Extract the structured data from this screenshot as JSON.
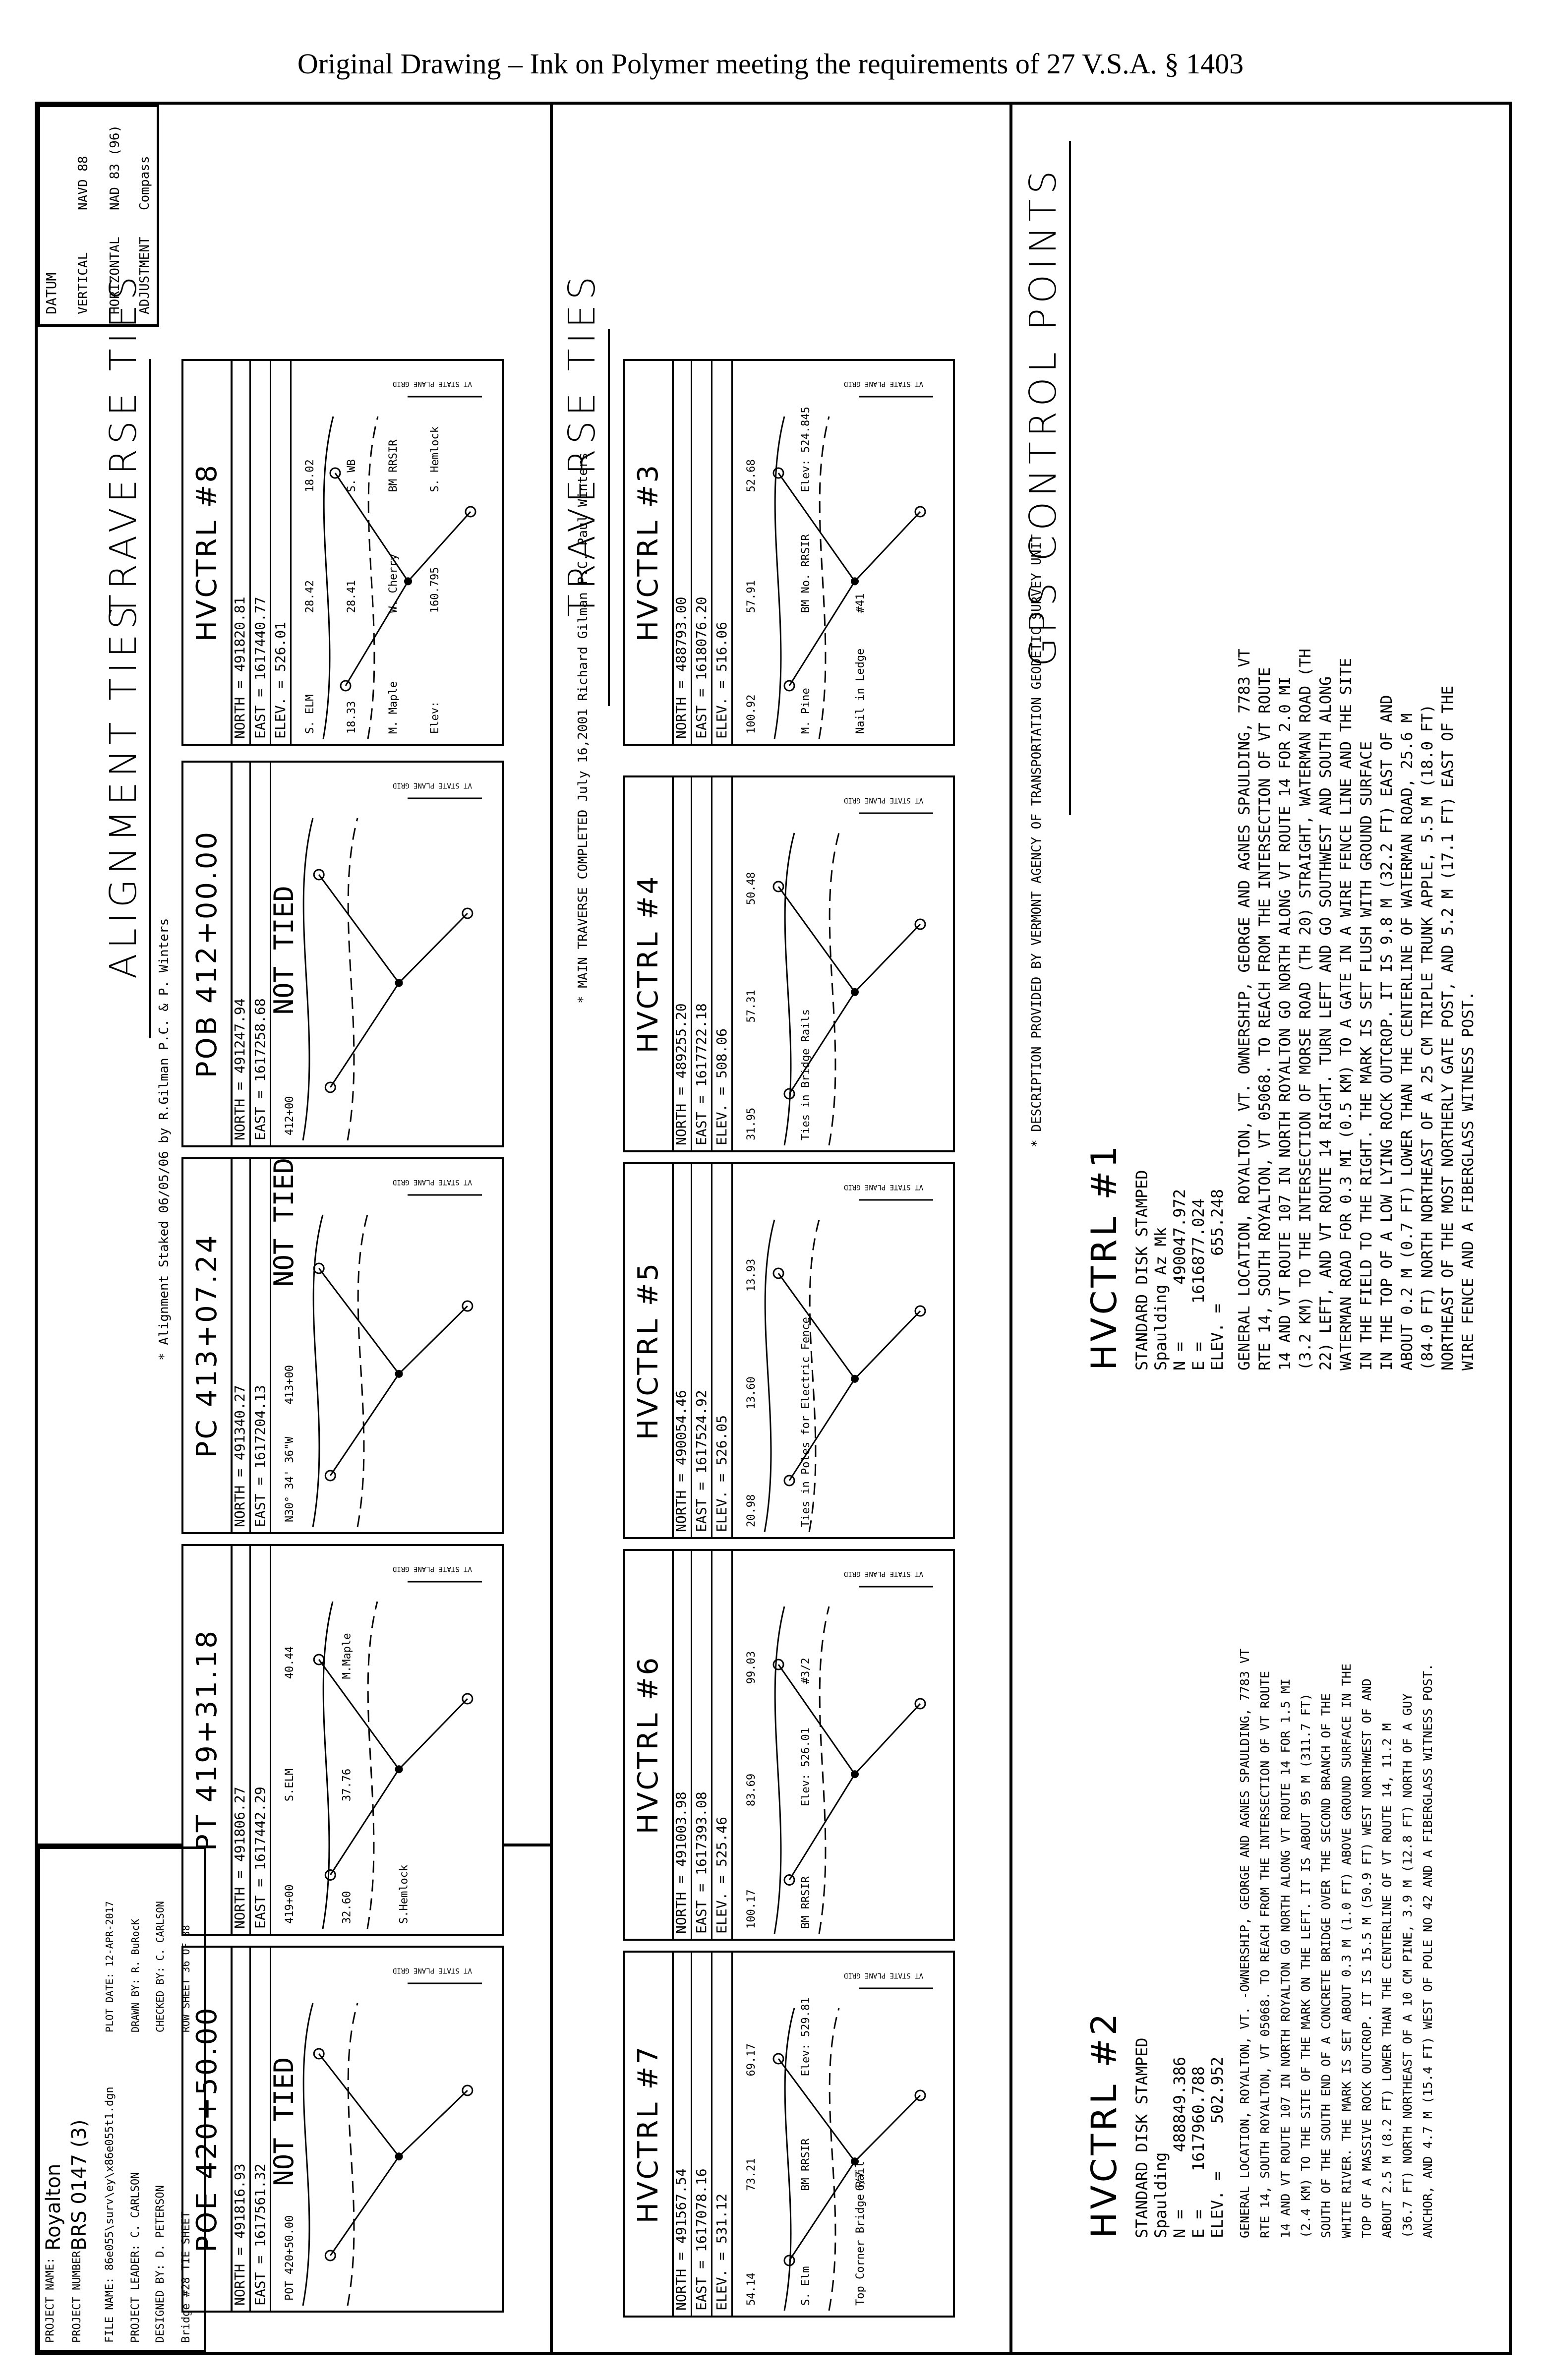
{
  "header": "Original Drawing – Ink on Polymer meeting the requirements of 27 V.S.A. § 1403",
  "datum": {
    "title": "DATUM",
    "rows": [
      {
        "label": "VERTICAL",
        "value": "NAVD 88"
      },
      {
        "label": "HORIZONTAL",
        "value": "NAD 83 (96)"
      },
      {
        "label": "ADJUSTMENT",
        "value": "Compass"
      }
    ]
  },
  "sections": {
    "traverse_ties_1": "TRAVERSE TIES",
    "traverse_ties_2": "TRAVERSE TIES",
    "gps_control_points": "GPS CONTROL POINTS",
    "alignment_ties": "ALIGNMENT TIES"
  },
  "notes": {
    "main_traverse": "* MAIN TRAVERSE COMPLETED July 16,2001  Richard Gilman P.C. Paul Winters",
    "alignment_staked": "* Alignment Staked 06/05/06 by R.Gilman P.C. & P. Winters",
    "description": "* DESCRIPTION PROVIDED BY VERMONT AGENCY OF TRANSPORTATION GEODETIC SURVEY UNIT"
  },
  "grid_label": "VT STATE PLANE GRID",
  "gps": [
    {
      "title": "HVCTRL #1",
      "fields": "STANDARD DISK STAMPED\nSpaulding Az Mk\nN =      490047.972\nE =    1616877.024\nELEV. =     655.248",
      "description": "GENERAL LOCATION, ROYALTON, VT. OWNERSHIP, GEORGE AND AGNES SPAULDING, 7783 VT\nRTE 14, SOUTH ROYALTON, VT 05068. TO REACH FROM THE INTERSECTION OF VT ROUTE\n14 AND VT ROUTE 107 IN NORTH ROYALTON GO NORTH ALONG VT ROUTE 14 FOR 2.0 MI\n(3.2 KM) TO THE INTERSECTION OF MORSE ROAD (TH 20) STRAIGHT, WATERMAN ROAD (TH\n22) LEFT, AND VT ROUTE 14 RIGHT. TURN LEFT AND GO SOUTHWEST AND SOUTH ALONG\nWATERMAN ROAD FOR 0.3 MI (0.5 KM) TO A GATE IN A WIRE FENCE LINE AND THE SITE\nIN THE FIELD TO THE RIGHT. THE MARK IS SET FLUSH WITH GROUND SURFACE\nIN THE TOP OF A LOW LYING ROCK OUTCROP. IT IS 9.8 M (32.2 FT) EAST OF AND\nABOUT 0.2 M (0.7 FT) LOWER THAN THE CENTERLINE OF WATERMAN ROAD, 25.6 M\n(84.0 FT) NORTH NORTHEAST OF A 25 CM TRIPLE TRUNK APPLE, 5.5 M (18.0 FT)\nNORTHEAST OF THE MOST NORTHERLY GATE POST, AND 5.2 M (17.1 FT) EAST OF THE\nWIRE FENCE AND A FIBERGLASS WITNESS POST."
    },
    {
      "title": "HVCTRL #2",
      "fields": "STANDARD DISK STAMPED\nSpaulding\nN =      488849.386\nE =    1617960.788\nELEV. =     502.952",
      "description": "GENERAL LOCATION, ROYALTON, VT. -OWNERSHIP, GEORGE AND AGNES SPAULDING, 7783 VT\nRTE 14, SOUTH ROYALTON, VT 05068. TO REACH FROM THE INTERSECTION OF VT ROUTE\n14 AND VT ROUTE 107 IN NORTH ROYALTON GO NORTH ALONG VT ROUTE 14 FOR 1.5 MI\n(2.4 KM) TO THE SITE OF THE MARK ON THE LEFT. IT IS ABOUT 95 M (311.7 FT)\nSOUTH OF THE SOUTH END OF A CONCRETE BRIDGE OVER THE SECOND BRANCH OF THE\nWHITE RIVER. THE MARK IS SET ABOUT 0.3 M (1.0 FT) ABOVE GROUND SURFACE IN THE\nTOP OF A MASSIVE ROCK OUTCROP. IT IS 15.5 M (50.9 FT) WEST NORTHWEST OF AND\nABOUT 2.5 M (8.2 FT) LOWER THAN THE CENTERLINE OF VT ROUTE 14, 11.2 M\n(36.7 FT) NORTH NORTHEAST OF A 10 CM PINE, 3.9 M (12.8 FT) NORTH OF A GUY\nANCHOR, AND 4.7 M (15.4 FT) WEST OF POLE NO 42 AND A FIBERGLASS WITNESS POST."
    }
  ],
  "traverse_panels": [
    {
      "title": "HVCTRL #8",
      "north": "NORTH =  491820.81",
      "east": "EAST  = 1617440.77",
      "elev": "ELEV. =     526.01",
      "labels": [
        "S. ELM",
        "28.42",
        "18.02",
        "18.33",
        "28.41",
        "S. WB",
        "M. Maple",
        "W. Cherry",
        "BM RRSIR",
        "Elev:",
        "160.795",
        "S. Hemlock"
      ]
    },
    {
      "title": "HVCTRL #3",
      "north": "NORTH =  488793.00",
      "east": "EAST  = 1618076.20",
      "elev": "ELEV. =     516.06",
      "labels": [
        "100.92",
        "57.91",
        "52.68",
        "M. Pine",
        "BM No. RRSIR",
        "Elev: 524.845",
        "Nail in Ledge",
        "#41"
      ]
    },
    {
      "title": "HVCTRL #4",
      "north": "NORTH =  489255.20",
      "east": "EAST  = 1617722.18",
      "elev": "ELEV. =     508.06",
      "labels": [
        "31.95",
        "57.31",
        "50.48",
        "Ties in Bridge Rails"
      ]
    },
    {
      "title": "HVCTRL #5",
      "north": "NORTH =  490054.46",
      "east": "EAST  = 1617524.92",
      "elev": "ELEV. =     526.05",
      "labels": [
        "20.98",
        "13.60",
        "13.93",
        "Ties in Poles for Electric Fence"
      ]
    },
    {
      "title": "HVCTRL #6",
      "north": "NORTH =  491003.98",
      "east": "EAST  = 1617393.08",
      "elev": "ELEV. =     525.46",
      "labels": [
        "100.17",
        "83.69",
        "99.03",
        "BM RRSIR",
        "Elev: 526.01",
        "#3/2"
      ]
    },
    {
      "title": "HVCTRL #7",
      "north": "NORTH =  491567.54",
      "east": "EAST  = 1617078.16",
      "elev": "ELEV. =     531.12",
      "labels": [
        "54.14",
        "73.21",
        "69.17",
        "S. Elm",
        "BM RRSIR",
        "Elev: 529.81",
        "Top Corner Bridge Rail",
        "6/7"
      ]
    }
  ],
  "alignment_panels": [
    {
      "title": "POB 412+00.00",
      "north": "NORTH =  491247.94",
      "east": "EAST  = 1617258.68",
      "labels": [
        "412+00",
        "NOT TIED"
      ]
    },
    {
      "title": "PC 413+07.24",
      "north": "NORTH =  491340.27",
      "east": "EAST  = 1617204.13",
      "labels": [
        "N30° 34' 36\"W",
        "413+00",
        "NOT TIED"
      ]
    },
    {
      "title": "PT 419+31.18",
      "north": "NORTH =  491806.27",
      "east": "EAST  = 1617442.29",
      "labels": [
        "419+00",
        "S.ELM",
        "40.44",
        "32.60",
        "37.76",
        "M.Maple",
        "S.Hemlock"
      ]
    },
    {
      "title": "POE 420+50.00",
      "north": "NORTH =  491816.93",
      "east": "EAST  = 1617561.32",
      "labels": [
        "POT 420+50.00",
        "NOT TIED"
      ]
    }
  ],
  "title_block": {
    "project_name_label": "PROJECT NAME:",
    "project_name": "Royalton",
    "project_number_label": "PROJECT NUMBER:",
    "project_number": "BRS 0147 (3)",
    "file_name": "FILE NAME: 86e055\\surv\\ey\\x86e055t1.dgn",
    "project_leader": "PROJECT LEADER:   C. CARLSON",
    "designed_by": "DESIGNED BY:   D. PETERSON",
    "bridge": "Bridge #28          TIE SHEET",
    "plot_date": "PLOT DATE:  12-APR-2017",
    "drawn_by": "DRAWN BY:   R. BuRocK",
    "checked_by": "CHECKED BY:  C. CARLSON",
    "row_sheet": "ROW SHEET  36  OF  38"
  }
}
